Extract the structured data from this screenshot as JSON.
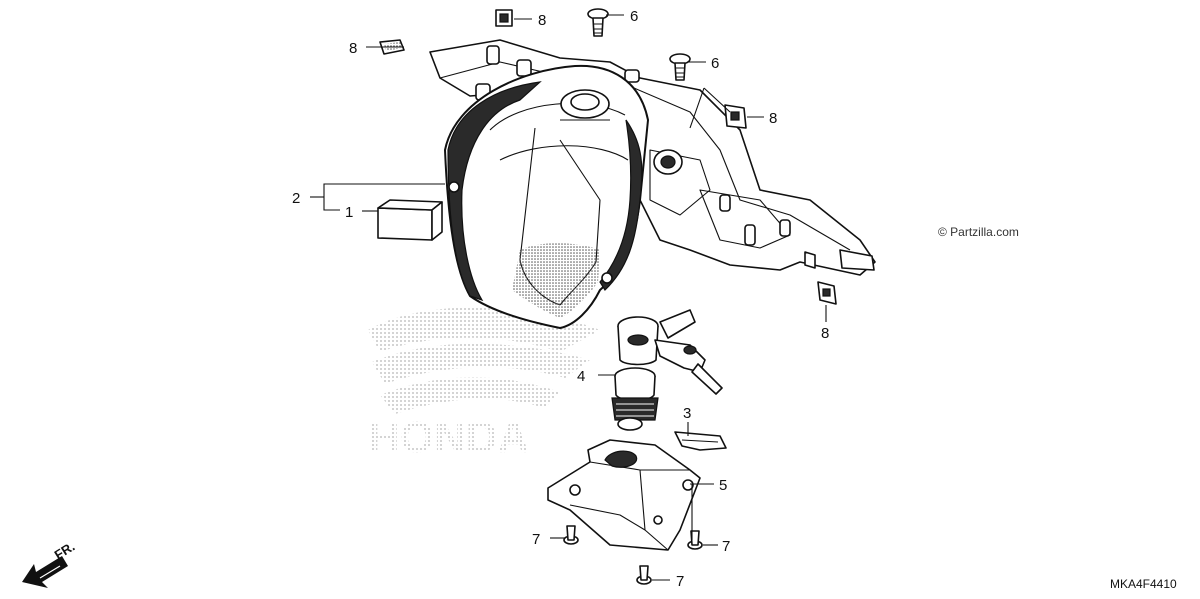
{
  "watermark": "© Partzilla.com",
  "diagram_code": "MKA4F4410",
  "front_indicator": "FR.",
  "background_logo": "HONDA",
  "callouts": [
    {
      "id": "c8a",
      "label": "8"
    },
    {
      "id": "c6a",
      "label": "6"
    },
    {
      "id": "c8b",
      "label": "8"
    },
    {
      "id": "c6b",
      "label": "6"
    },
    {
      "id": "c8c",
      "label": "8"
    },
    {
      "id": "c2",
      "label": "2"
    },
    {
      "id": "c1",
      "label": "1"
    },
    {
      "id": "c8d",
      "label": "8"
    },
    {
      "id": "c4",
      "label": "4"
    },
    {
      "id": "c3",
      "label": "3"
    },
    {
      "id": "c5",
      "label": "5"
    },
    {
      "id": "c7a",
      "label": "7"
    },
    {
      "id": "c7b",
      "label": "7"
    },
    {
      "id": "c7c",
      "label": "7"
    }
  ]
}
